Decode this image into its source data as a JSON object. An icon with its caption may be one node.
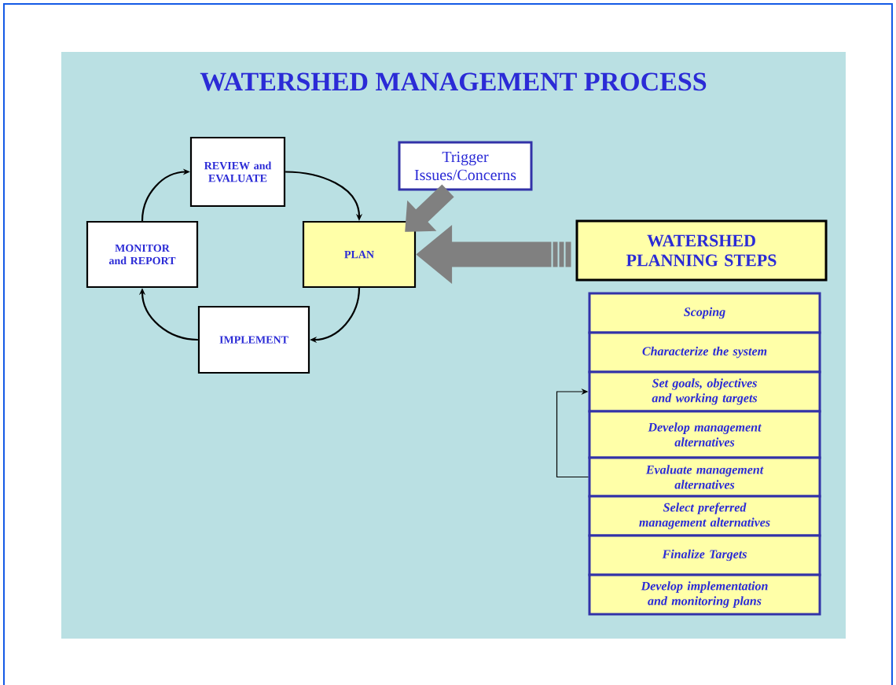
{
  "diagram": {
    "title": "WATERSHED MANAGEMENT PROCESS",
    "nodes": [
      {
        "text": [
          "REVIEW and EVALUATE"
        ]
      },
      {
        "text": [
          "MONITOR and REPORT"
        ]
      },
      {
        "text": [
          "PLAN"
        ]
      },
      {
        "text": [
          "IMPLEMENT"
        ]
      },
      {
        "text": [
          "Trigger Issues/Concerns"
        ]
      },
      {
        "text": [
          "WATERSHED PLANNING STEPS"
        ]
      },
      {
        "text": [
          "Scoping"
        ]
      },
      {
        "text": [
          "Characterize the system"
        ]
      },
      {
        "text": [
          "Set goals, objectives and working targets"
        ]
      },
      {
        "text": [
          "Develop management alternatives"
        ]
      },
      {
        "text": [
          "Evaluate management alternatives"
        ]
      },
      {
        "text": [
          "Select preferred management alternatives"
        ]
      },
      {
        "text": [
          "Finalize Targets"
        ]
      },
      {
        "text": [
          "Develop implementation and monitoring plans"
        ]
      }
    ],
    "edges": [
      {
        "from": 0,
        "to": 2,
        "arrow": "to"
      },
      {
        "from": 2,
        "to": 3,
        "arrow": "to"
      },
      {
        "from": 3,
        "to": 1,
        "arrow": "to"
      },
      {
        "from": 1,
        "to": 0,
        "arrow": "to"
      },
      {
        "from": 4,
        "to": 2,
        "arrow": "to",
        "style": "thick",
        "color": "#808080"
      },
      {
        "from": 5,
        "to": 2,
        "arrow": "to",
        "style": "thick",
        "color": "#808080"
      },
      {
        "from": 10,
        "to": 8,
        "arrow": "to"
      }
    ]
  }
}
